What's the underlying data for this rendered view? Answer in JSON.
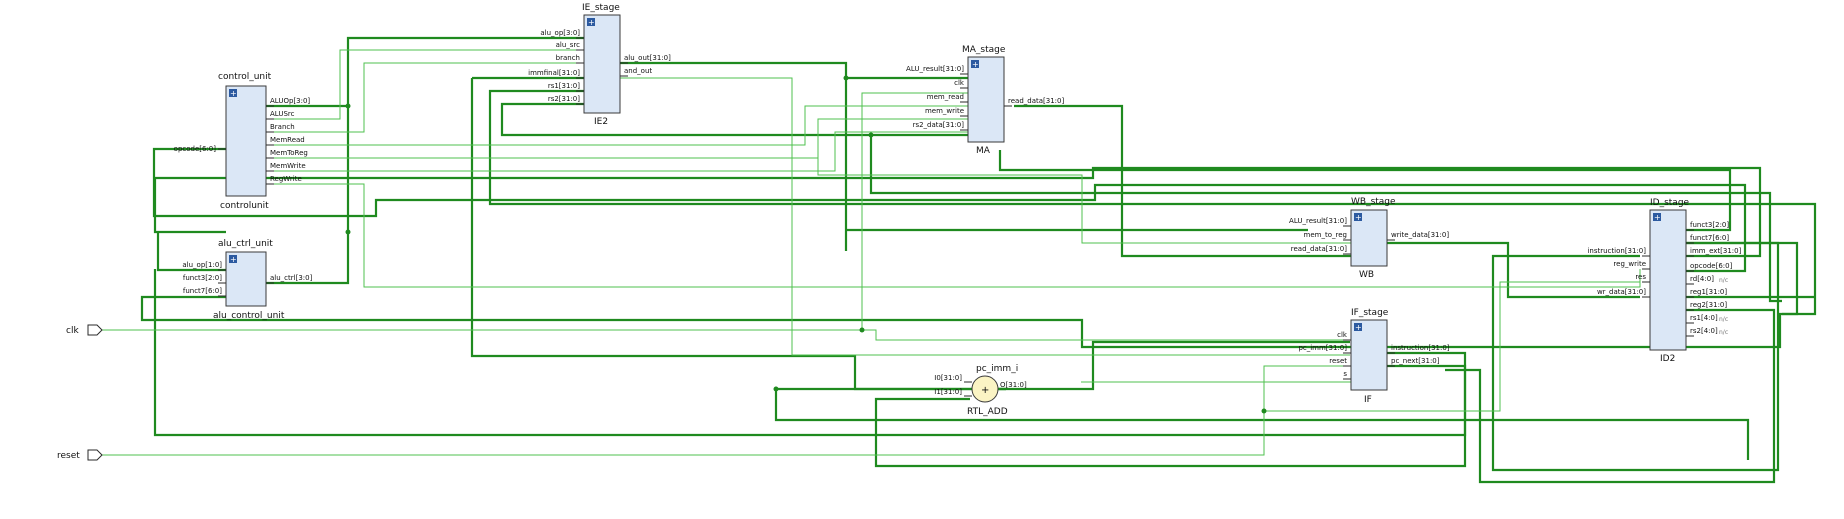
{
  "blocks": {
    "control": {
      "inst": "control_unit",
      "cell": "controlunit",
      "inputs": [
        "opcode[6:0]"
      ],
      "outputs": [
        "ALUOp[3:0]",
        "ALUSrc",
        "Branch",
        "MemRead",
        "MemToReg",
        "MemWrite",
        "RegWrite"
      ]
    },
    "aluctrl": {
      "inst": "alu_ctrl_unit",
      "cell": "alu_control_unit",
      "inputs": [
        "alu_op[1:0]",
        "funct3[2:0]",
        "funct7[6:0]"
      ],
      "outputs": [
        "alu_ctrl[3:0]"
      ]
    },
    "ie": {
      "inst": "IE_stage",
      "cell": "IE2",
      "inputs": [
        "alu_op[3:0]",
        "alu_src",
        "branch",
        "immfinal[31:0]",
        "rs1[31:0]",
        "rs2[31:0]"
      ],
      "outputs": [
        "alu_out[31:0]",
        "and_out"
      ]
    },
    "ma": {
      "inst": "MA_stage",
      "cell": "MA",
      "inputs": [
        "ALU_result[31:0]",
        "clk",
        "mem_read",
        "mem_write",
        "rs2_data[31:0]"
      ],
      "outputs": [
        "read_data[31:0]"
      ]
    },
    "wb": {
      "inst": "WB_stage",
      "cell": "WB",
      "inputs": [
        "ALU_result[31:0]",
        "mem_to_reg",
        "read_data[31:0]"
      ],
      "outputs": [
        "write_data[31:0]"
      ]
    },
    "if": {
      "inst": "IF_stage",
      "cell": "IF",
      "inputs": [
        "clk",
        "pc_imm[31:0]",
        "reset",
        "s"
      ],
      "outputs": [
        "instruction[31:0]",
        "pc_next[31:0]"
      ]
    },
    "id": {
      "inst": "ID_stage",
      "cell": "ID2",
      "inputs": [
        "instruction[31:0]",
        "reg_write",
        "res",
        "wr_data[31:0]"
      ],
      "outputs": [
        "funct3[2:0]",
        "funct7[6:0]",
        "imm_ext[31:0]",
        "opcode[6:0]",
        "rd[4:0]",
        "reg1[31:0]",
        "reg2[31:0]",
        "rs1[4:0]",
        "rs2[4:0]"
      ],
      "nc": [
        "n/c",
        "n/c",
        "n/c"
      ]
    },
    "add": {
      "inst": "pc_imm_i",
      "cell": "RTL_ADD",
      "inputs": [
        "I0[31:0]",
        "I1[31:0]"
      ],
      "outputs": [
        "O[31:0]"
      ],
      "symbol": "+"
    }
  },
  "ports": {
    "clk": "clk",
    "reset": "reset"
  },
  "colors": {
    "block_fill": "#dbe7f6",
    "bus": "#1f8a1f",
    "signal": "#4fc14f"
  }
}
